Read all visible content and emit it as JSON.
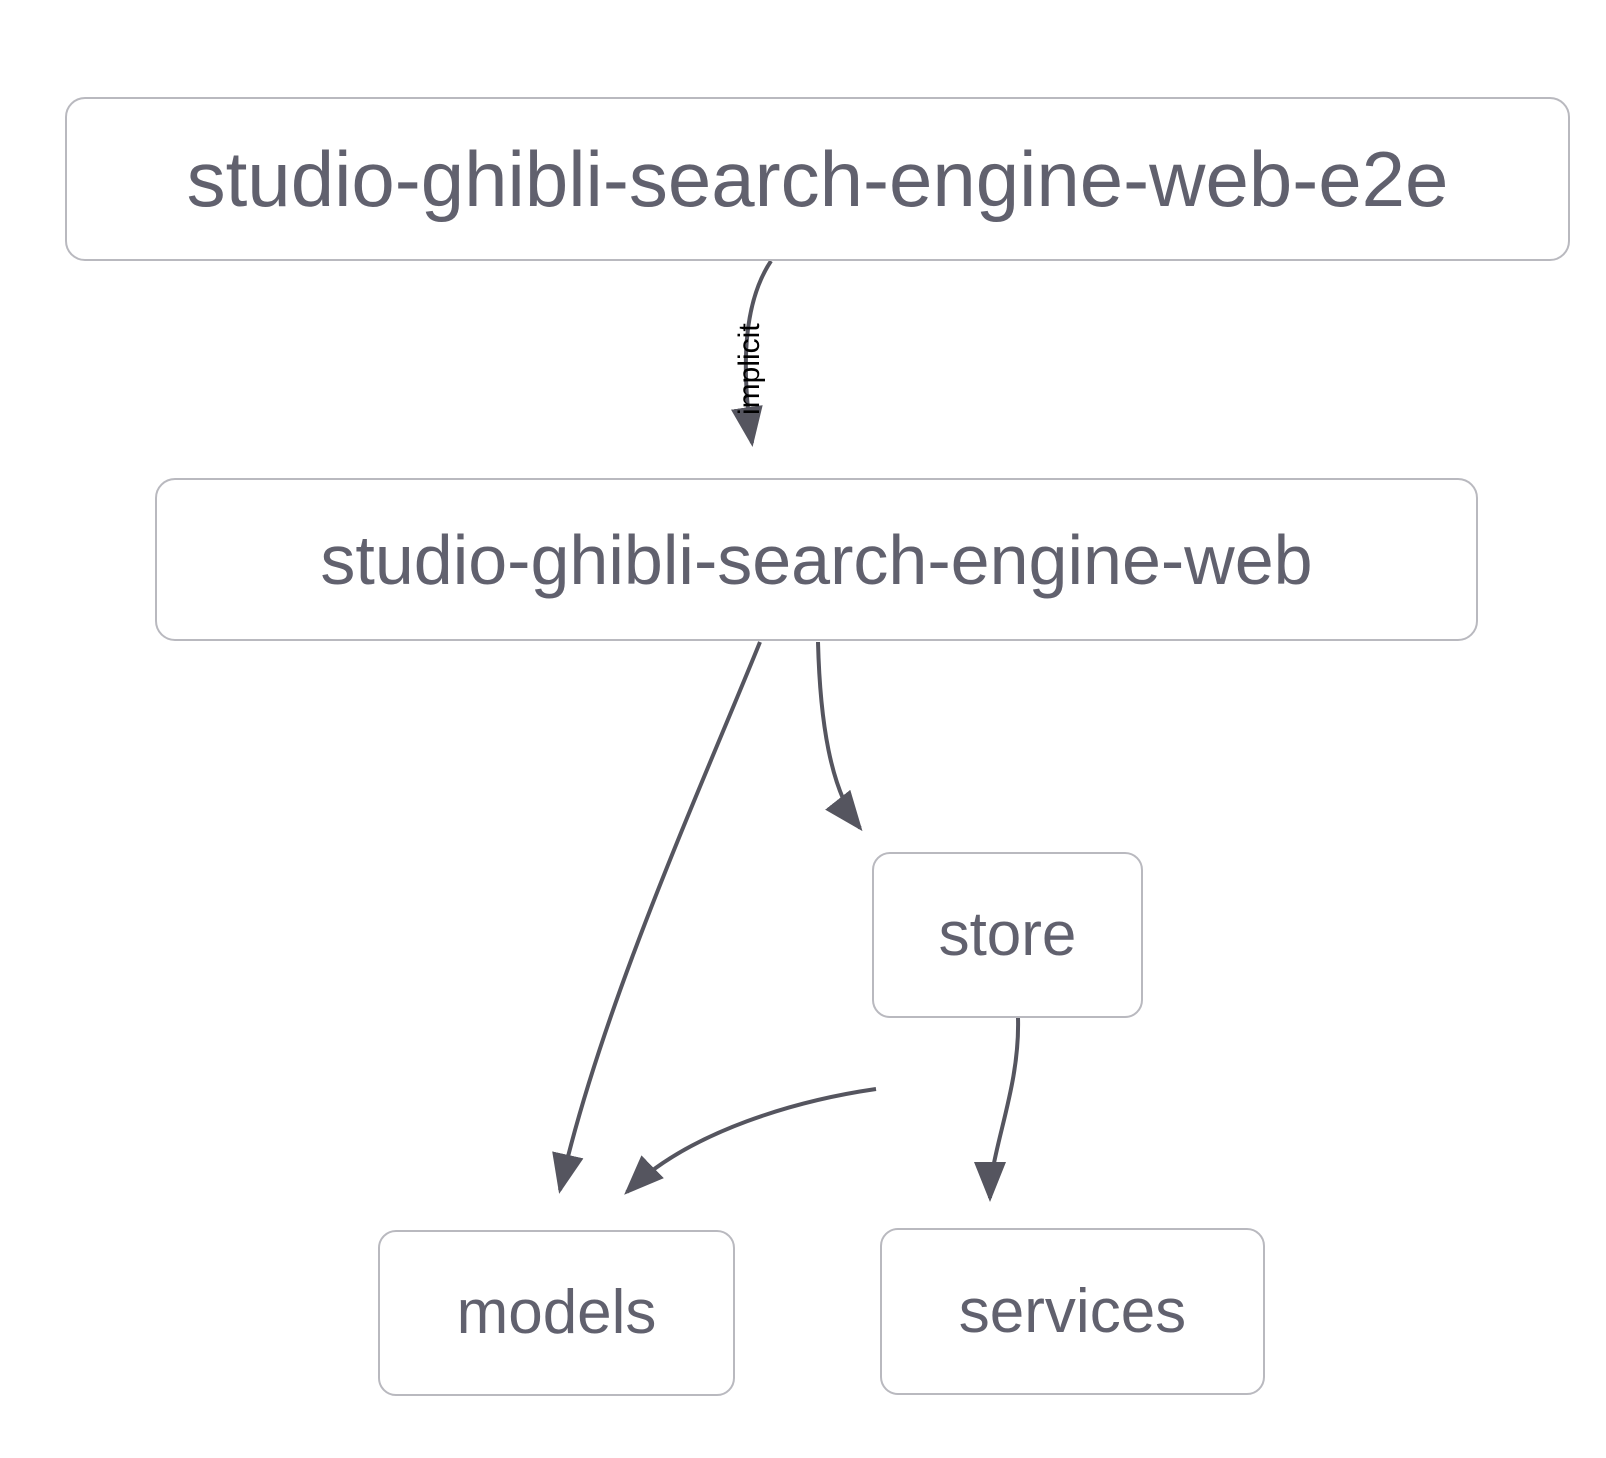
{
  "diagram": {
    "type": "dependency-graph",
    "direction": "top-down",
    "background_color": "#ffffff",
    "node_border_color": "#b9b9bf",
    "node_text_color": "#61616e",
    "edge_color": "#55555f",
    "edge_label_color": "#000000",
    "nodes": [
      {
        "id": "web-e2e",
        "label": "studio-ghibli-search-engine-web-e2e"
      },
      {
        "id": "web",
        "label": "studio-ghibli-search-engine-web"
      },
      {
        "id": "store",
        "label": "store"
      },
      {
        "id": "models",
        "label": "models"
      },
      {
        "id": "services",
        "label": "services"
      }
    ],
    "edges": [
      {
        "from": "web-e2e",
        "to": "web",
        "label": "implicit"
      },
      {
        "from": "web",
        "to": "models",
        "label": ""
      },
      {
        "from": "web",
        "to": "store",
        "label": ""
      },
      {
        "from": "store",
        "to": "models",
        "label": ""
      },
      {
        "from": "store",
        "to": "services",
        "label": ""
      }
    ]
  }
}
